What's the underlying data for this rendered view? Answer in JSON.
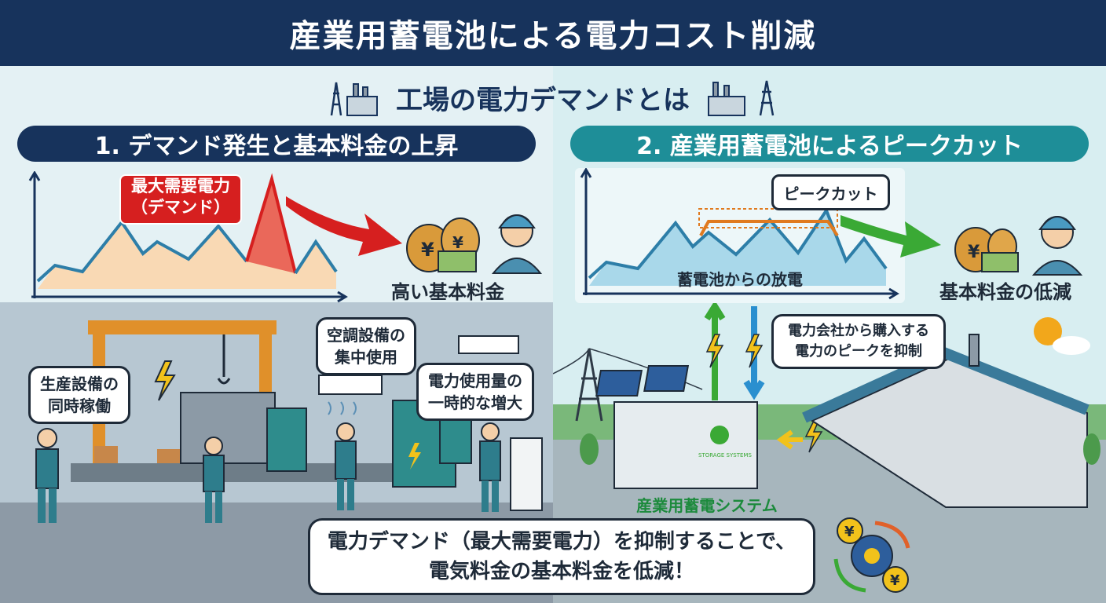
{
  "title": "産業用蓄電池による電力コスト削減",
  "subtitle": "工場の電力デマンドとは",
  "section1": {
    "title": "1. デマンド発生と基本料金の上昇",
    "peak_callout_line1": "最大需要電力",
    "peak_callout_line2": "（デマンド）",
    "result_label": "高い基本料金",
    "bubble_production_line1": "生産設備の",
    "bubble_production_line2": "同時稼働",
    "bubble_aircon_line1": "空調設備の",
    "bubble_aircon_line2": "集中使用",
    "bubble_usage_line1": "電力使用量の",
    "bubble_usage_line2": "一時的な増大"
  },
  "section2": {
    "title": "2. 産業用蓄電池によるピークカット",
    "peak_cut_label": "ピークカット",
    "discharge_label": "蓄電池からの放電",
    "result_label": "基本料金の低減",
    "bubble_purchase_line1": "電力会社から購入する",
    "bubble_purchase_line2": "電力のピークを抑制",
    "system_label": "産業用蓄電システム",
    "container_text": "STORAGE SYSTEMS"
  },
  "conclusion": {
    "line1": "電力デマンド（最大需要電力）を抑制することで、",
    "line2": "電気料金の基本料金を低減！"
  },
  "icons": {
    "yen": "¥",
    "bolt": "⚡"
  },
  "colors": {
    "navy": "#17335c",
    "teal": "#1e8e98",
    "red": "#d61f1f",
    "green": "#3aa935",
    "orange": "#e07a1f"
  }
}
